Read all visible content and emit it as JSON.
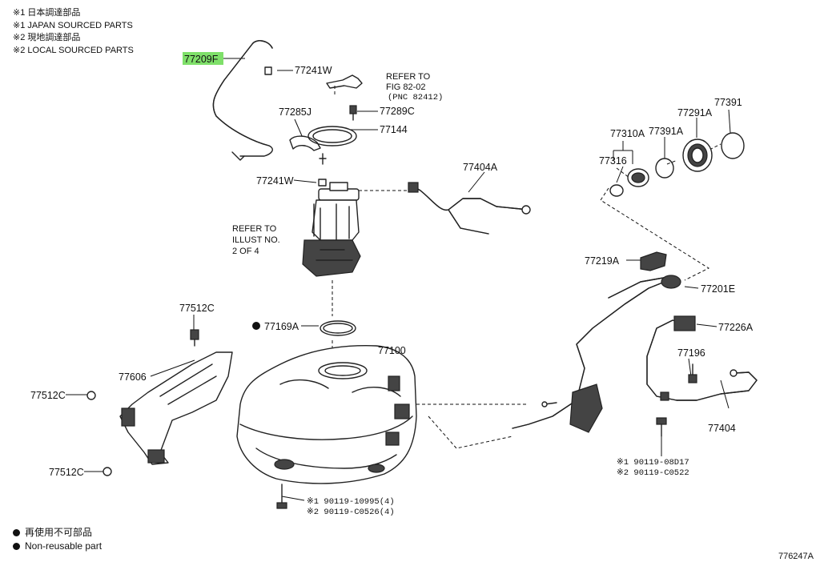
{
  "notes": [
    "※1 日本調達部品",
    "※1 JAPAN SOURCED PARTS",
    "※2 現地調達部品",
    "※2 LOCAL SOURCED PARTS"
  ],
  "labels": {
    "p77209F": "77209F",
    "p77241W_a": "77241W",
    "p77241W_b": "77241W",
    "p77285J": "77285J",
    "p77289C": "77289C",
    "p77144": "77144",
    "p77404A": "77404A",
    "p77310A": "77310A",
    "p77391A": "77391A",
    "p77291A": "77291A",
    "p77391": "77391",
    "p77316": "77316",
    "p77219A": "77219A",
    "p77201E": "77201E",
    "p77226A": "77226A",
    "p77196": "77196",
    "p77404": "77404",
    "p77512C_a": "77512C",
    "p77512C_b": "77512C",
    "p77512C_c": "77512C",
    "p77606": "77606",
    "p77169A": "77169A",
    "p77100": "77100"
  },
  "refer_fig": {
    "line1": "REFER TO",
    "line2": "FIG 82-02",
    "line3": "(PNC 82412)"
  },
  "refer_illust": {
    "line1": "REFER TO",
    "line2": "ILLUST NO.",
    "line3": "2 OF 4"
  },
  "bolts_tank": {
    "line1": "※1 90119-10995(4)",
    "line2": "※2 90119-C0526(4)"
  },
  "bolts_filler": {
    "line1": "※1 90119-08D17",
    "line2": "※2 90119-C0522"
  },
  "legend": [
    "再使用不可部品",
    "Non-reusable part"
  ],
  "illustration_id": "776247A",
  "colors": {
    "highlight": "#7fe06a"
  }
}
